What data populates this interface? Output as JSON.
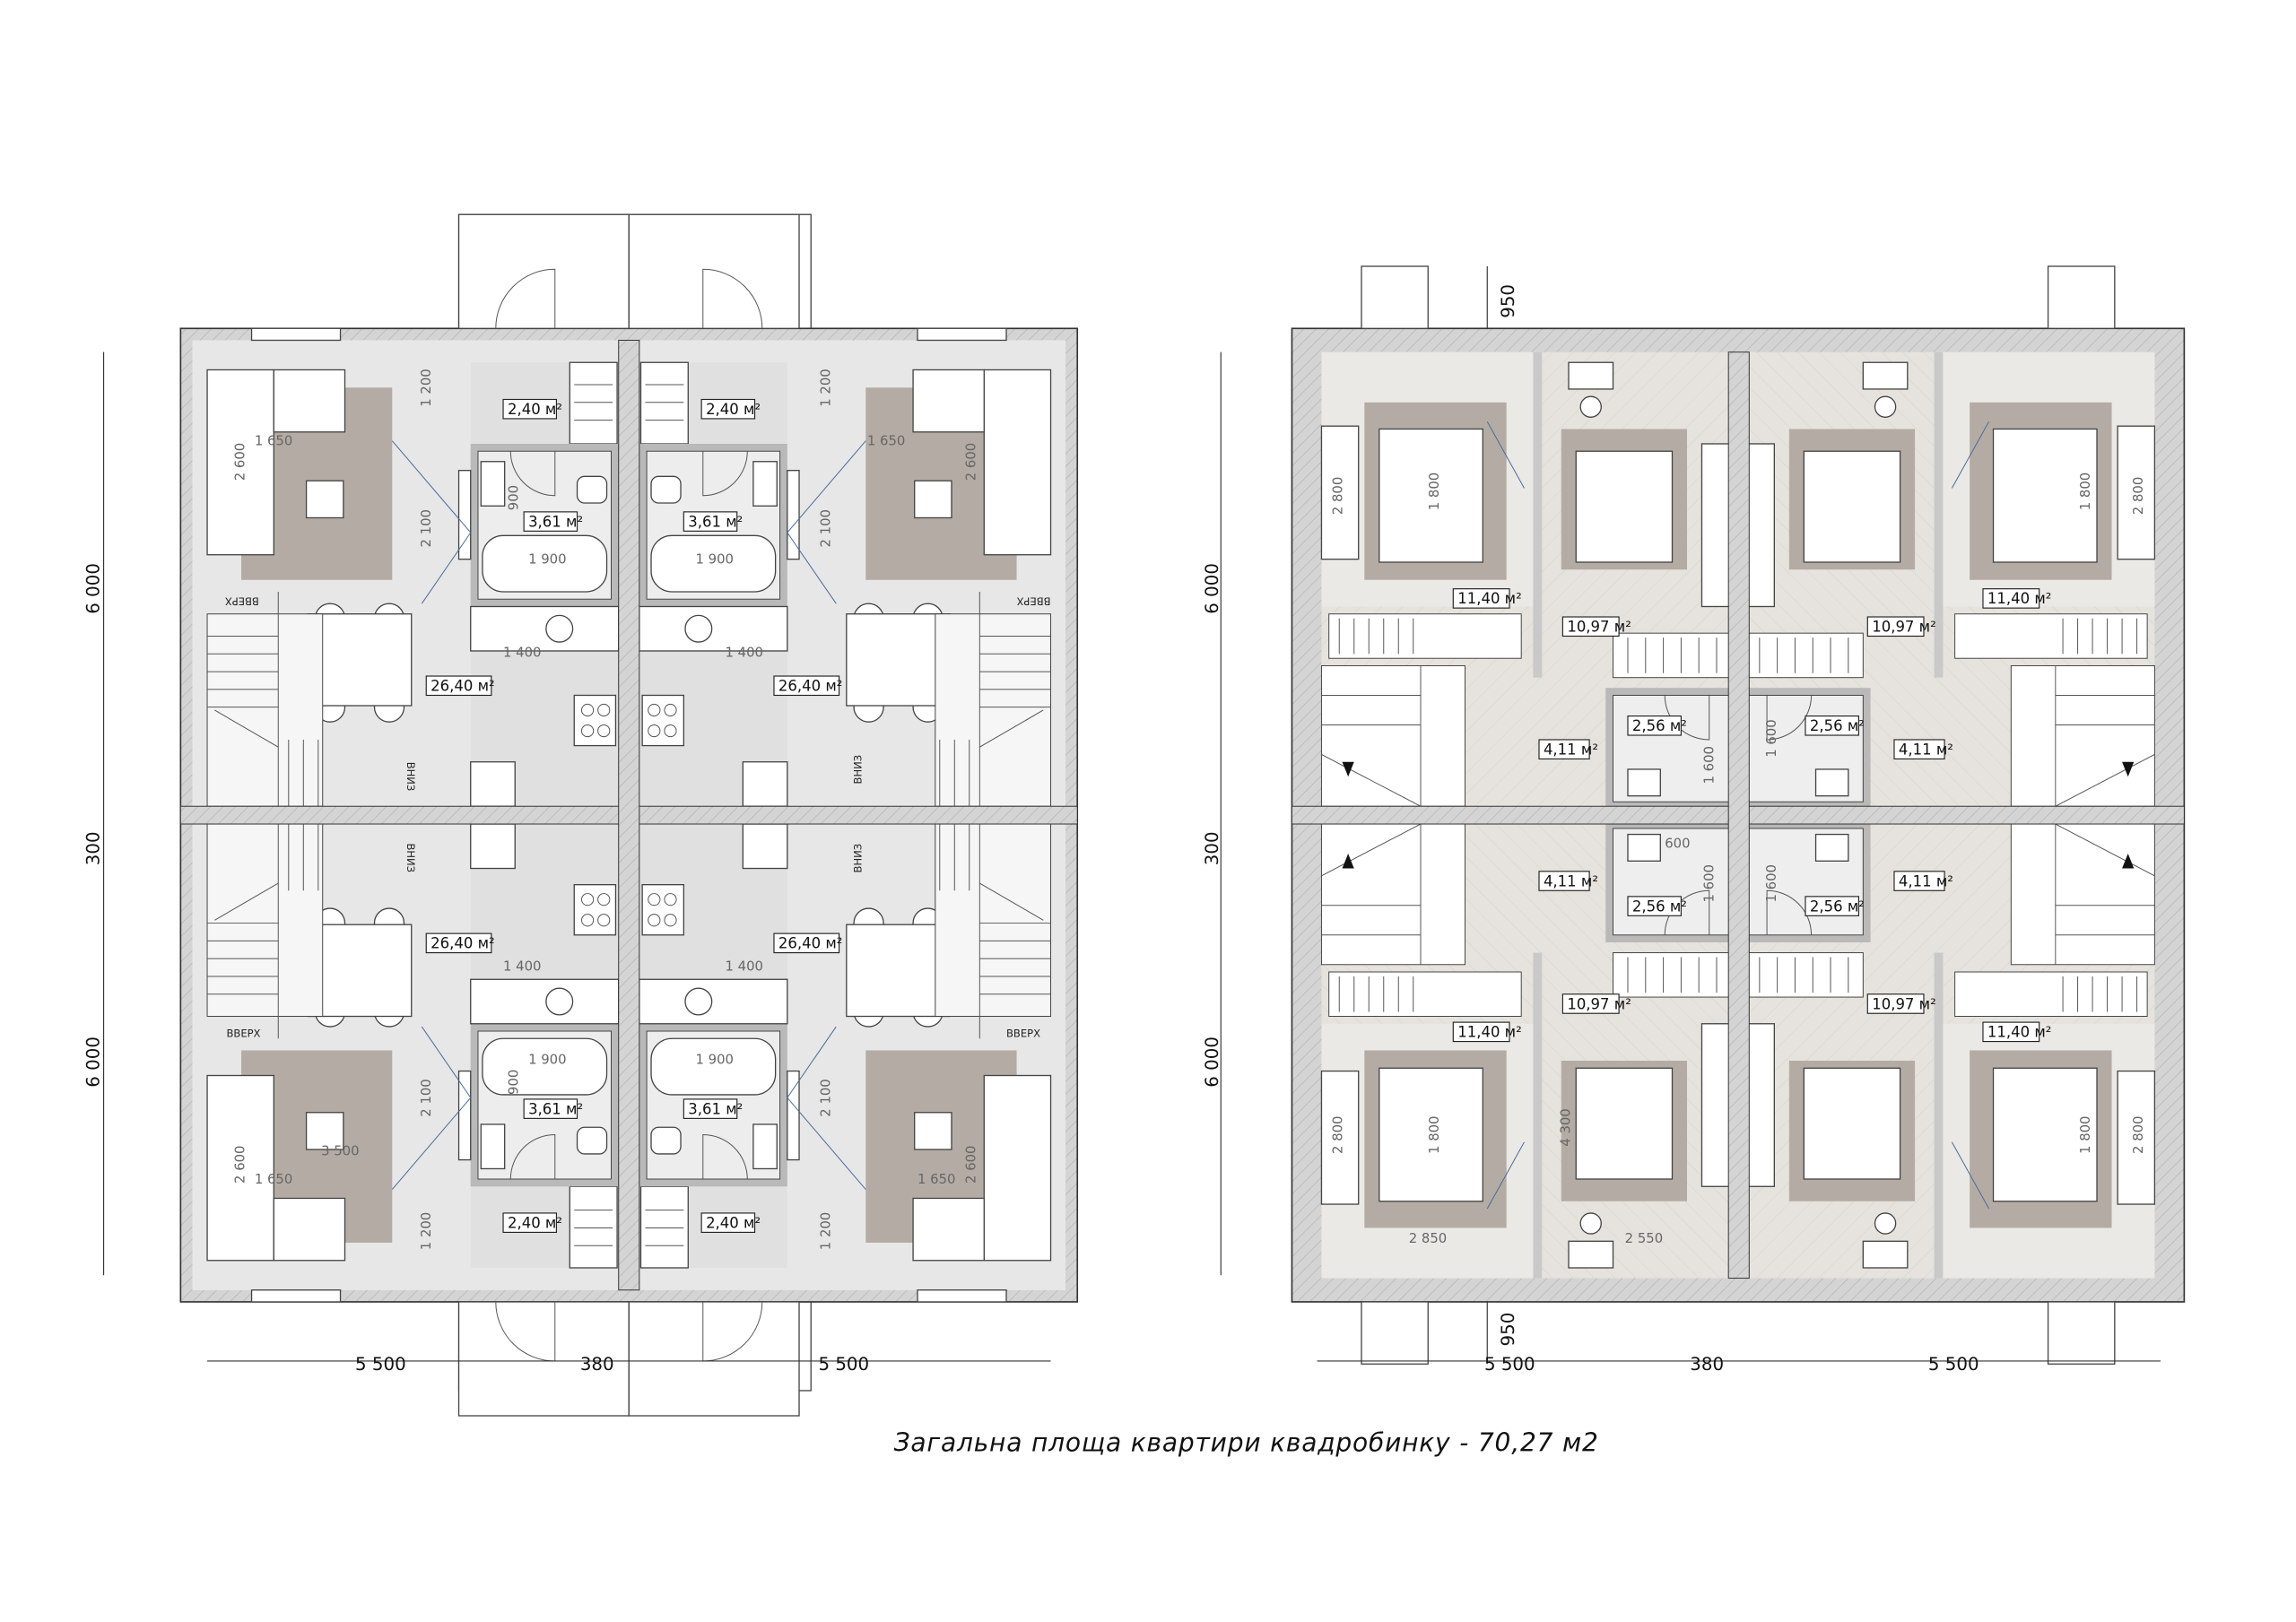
{
  "caption": "Загальна площа квартири квадробинку - 70,27 м2",
  "left_plan": {
    "areas": {
      "living": "26,40 м²",
      "wc": "2,40 м²",
      "bath": "3,61 м²"
    },
    "dims": {
      "d1200": "1 200",
      "d2100": "2 100",
      "d1650": "1 650",
      "d2600": "2 600",
      "d1900": "1 900",
      "d1400": "1 400",
      "d900": "900",
      "d3500": "3 500"
    },
    "stairs": {
      "up": "ВВЕРХ",
      "down": "ВНИЗ"
    },
    "overall": {
      "v_top": "6 000",
      "v_mid": "300",
      "v_bottom": "6 000",
      "h_left": "5 500",
      "h_mid": "380",
      "h_right": "5 500"
    }
  },
  "right_plan": {
    "areas": {
      "bedroom_a": "11,40 м²",
      "bedroom_b": "10,97 м²",
      "bath": "2,56 м²",
      "hall": "4,11 м²"
    },
    "dims": {
      "d2800": "2 800",
      "d1800": "1 800",
      "d950": "950",
      "d1600": "1 600",
      "d600": "600",
      "d4300": "4 300",
      "d2850": "2 850",
      "d2550": "2 550"
    },
    "overall": {
      "v_top": "6 000",
      "v_mid": "300",
      "v_bottom": "6 000",
      "h_left": "5 500",
      "h_mid": "380",
      "h_right": "5 500"
    }
  }
}
